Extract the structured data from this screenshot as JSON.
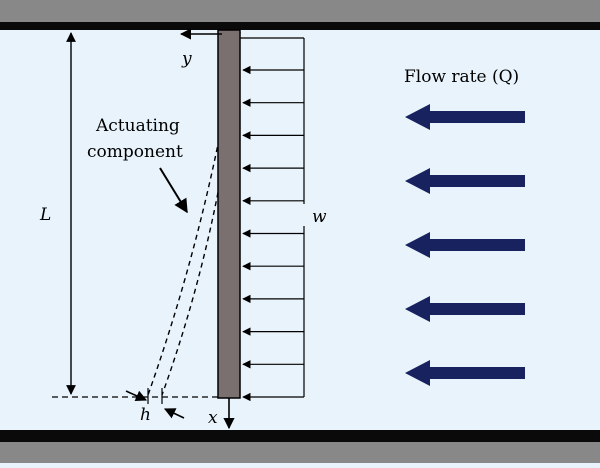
{
  "colors": {
    "outer_gray": "#888888",
    "wall_black": "#0a0a0a",
    "fluid_bg": "#e8f3fb",
    "beam_fill": "#7b7070",
    "flow_arrow": "#17225e",
    "ink": "#000000"
  },
  "labels": {
    "y_axis": "y",
    "x_axis": "x",
    "length": "L",
    "load": "w",
    "thickness": "h",
    "component_line1": "Actuating",
    "component_line2": "component",
    "flow": "Flow rate (Q)"
  },
  "load_arrow_count": 11,
  "flow_arrow_count": 5
}
